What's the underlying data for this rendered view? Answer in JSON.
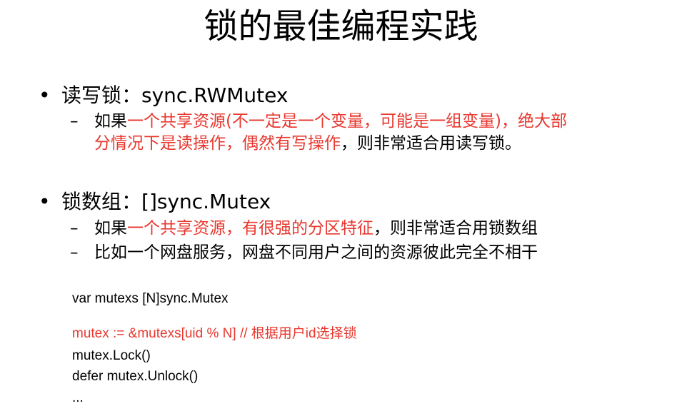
{
  "title": "锁的最佳编程实践",
  "bullets": [
    {
      "marker": "•",
      "label": "读写锁：",
      "code": "sync.RWMutex",
      "subs": [
        {
          "dash": "–",
          "line1_a": "如果",
          "line1_b": "一个共享资源(不一定是一个变量，可能是一组变量)，绝大部",
          "line2_a": "分情况下是读操作，偶然有写操作",
          "line2_b": "，则非常适合用读写锁。"
        }
      ]
    },
    {
      "marker": "•",
      "label": "锁数组：",
      "code": "[]sync.Mutex",
      "subs": [
        {
          "dash": "–",
          "a": "如果",
          "b": "一个共享资源，有很强的分区特征",
          "c": "，则非常适合用锁数组"
        },
        {
          "dash": "–",
          "text": "比如一个网盘服务，网盘不同用户之间的资源彼此完全不相干"
        }
      ]
    }
  ],
  "code_lines": [
    "var mutexs [N]sync.Mutex",
    "mutex := &mutexs[uid % N] // 根据用户id选择锁",
    "mutex.Lock()",
    "defer mutex.Unlock()",
    "..."
  ],
  "colors": {
    "text": "#000000",
    "highlight": "#e8372e",
    "background": "#ffffff"
  }
}
